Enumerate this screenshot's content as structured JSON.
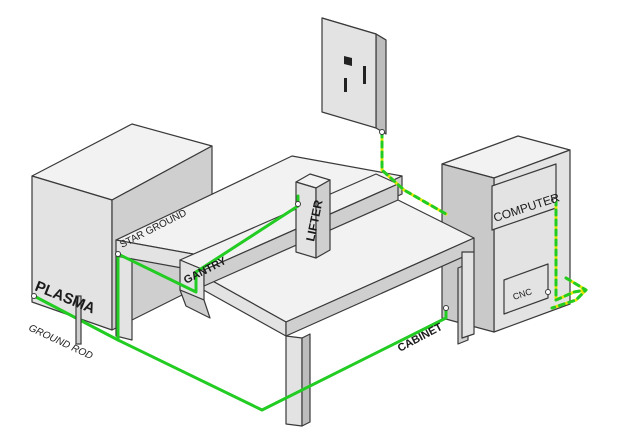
{
  "labels": {
    "plasma": "PLASMA",
    "star_ground": "STAR GROUND",
    "gantry": "GANTRY",
    "lifter": "LIFTER",
    "computer": "COMPUTER",
    "cnc": "CNC",
    "cabinet": "CABINET",
    "ground_rod": "GROUND ROD"
  },
  "colors": {
    "ground_wire": "#22cc22",
    "earth_wire_stripe": "#e6e600",
    "box_fill": "#e3e3e3",
    "box_stroke": "#3a3a3a"
  }
}
